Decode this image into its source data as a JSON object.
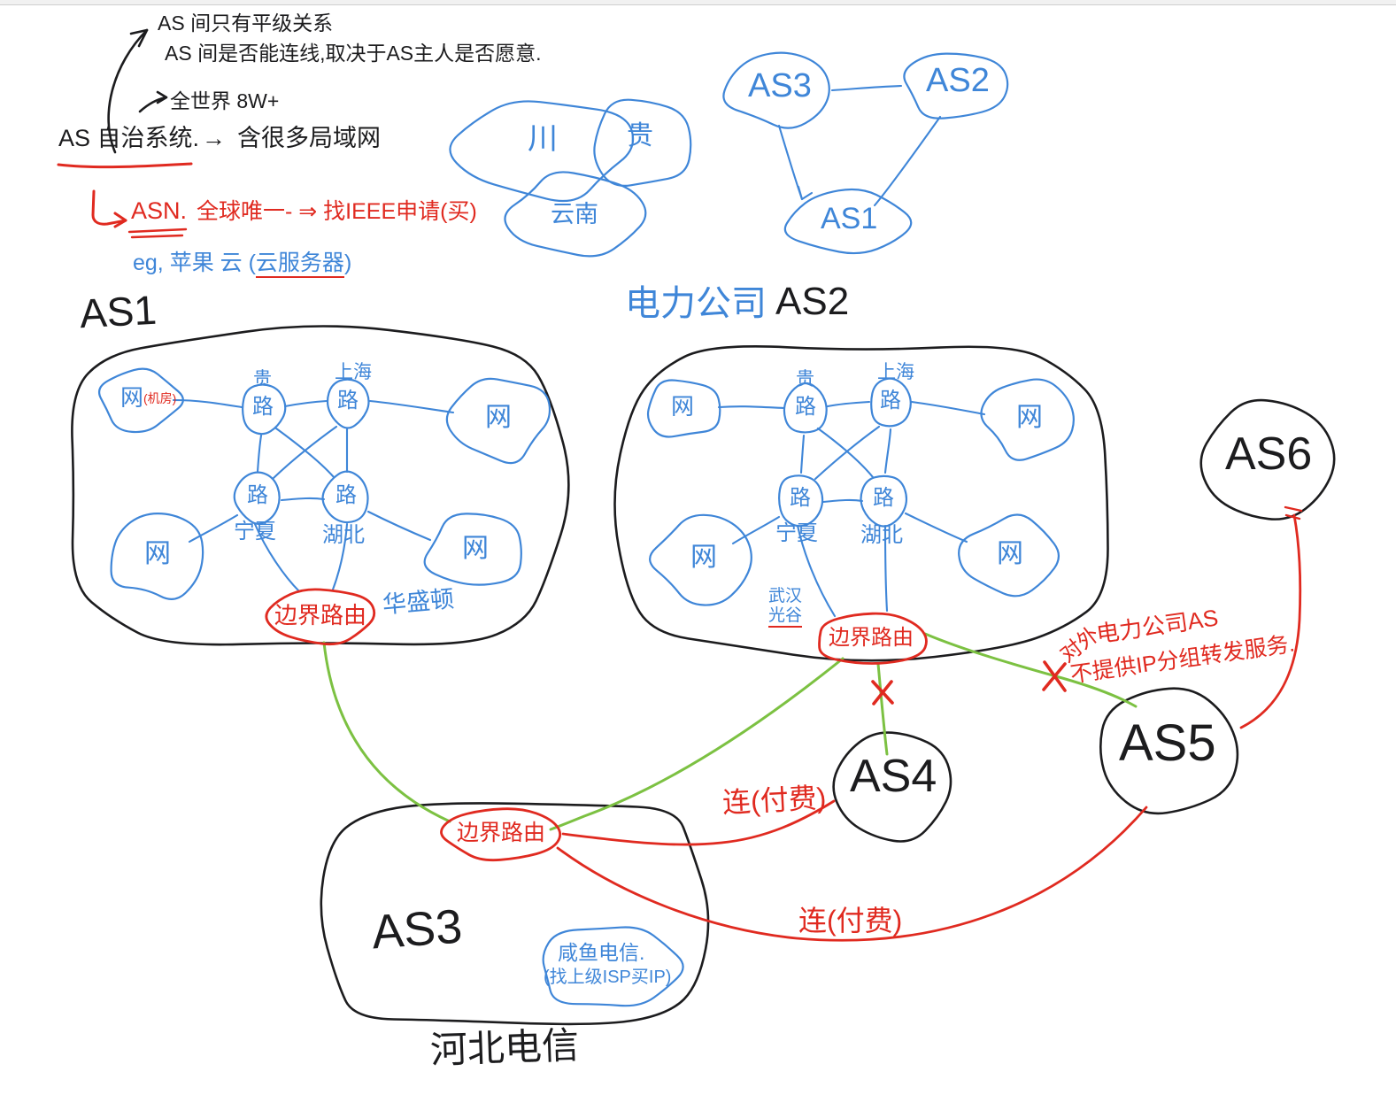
{
  "colors": {
    "blue": "#3f86d8",
    "red": "#e02a20",
    "green": "#7cc142",
    "ink": "#1c1c1e"
  },
  "annotations": {
    "peer_rule": "AS 间只有平级关系",
    "peer_rule2": "AS 间是否能连线,取决于AS主人是否愿意.",
    "world_count": "全世界 8W+",
    "as_term": "AS 自治系统.",
    "arrow": "→",
    "as_def": "含很多局域网",
    "asn_label": "ASN.",
    "asn_rest": "全球唯一- ⇒ 找IEEE申请(买)",
    "eg_prefix": "eg, 苹果 云 (",
    "eg_highlight": "云服务器",
    "eg_suffix": ")"
  },
  "province_clouds": {
    "c1": "川",
    "c2": "贵",
    "c3": "云南"
  },
  "mini_as": {
    "as3": "AS3",
    "as2": "AS2",
    "as1": "AS1"
  },
  "as1": {
    "title": "AS1",
    "net": "网",
    "net_room": "(机房)",
    "router": "路",
    "r1_label": "贵",
    "r2_label": "上海",
    "r3_label": "宁夏",
    "r4_label": "湖北",
    "border_router": "边界路由",
    "location": "华盛顿"
  },
  "as2": {
    "company": "电力公司",
    "title": "AS2",
    "net": "网",
    "router": "路",
    "r1_label": "贵",
    "r2_label": "上海",
    "r3_label": "宁夏",
    "r4_label": "湖北",
    "border_router": "边界路由",
    "location_line1": "武汉",
    "location_line2": "光谷"
  },
  "as3": {
    "title": "AS3",
    "border_router": "边界路由",
    "cloud_line1": "咸鱼电信.",
    "cloud_line2": "(找上级ISP买IP)",
    "caption": "河北电信"
  },
  "as_circles": {
    "as4": "AS4",
    "as5": "AS5",
    "as6": "AS6"
  },
  "links": {
    "paid1": "连(付费)",
    "paid2": "连(付费)"
  },
  "refusal_note": {
    "diag": "对外",
    "line1": "电力公司AS",
    "line2": "不提供IP分组转发服务."
  }
}
